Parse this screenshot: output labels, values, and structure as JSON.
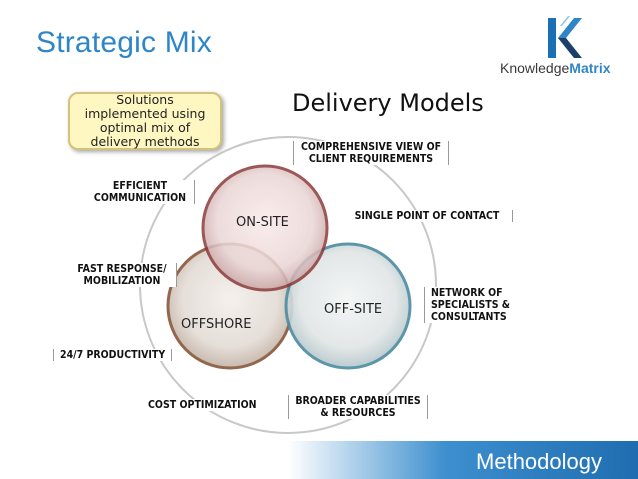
{
  "slide": {
    "title": "Strategic Mix",
    "heading": "Delivery Models",
    "callout": "Solutions implemented using optimal mix of delivery methods",
    "footer": "Methodology"
  },
  "logo": {
    "prefix": "Knowledge",
    "suffix": "Matrix",
    "colors": {
      "brand": "#2e86c8",
      "dark": "#1b3f6b"
    }
  },
  "circles": {
    "onsite": "ON-SITE",
    "offsite": "OFF-SITE",
    "offshore": "OFFSHORE"
  },
  "labels": {
    "comprehensive_1": "COMPREHENSIVE VIEW OF",
    "comprehensive_2": "CLIENT REQUIREMENTS",
    "single_point": "SINGLE POINT OF CONTACT",
    "network_1": "NETWORK OF",
    "network_2": "SPECIALISTS &",
    "network_3": "CONSULTANTS",
    "broader_1": "BROADER CAPABILITIES",
    "broader_2": "& RESOURCES",
    "cost": "COST OPTIMIZATION",
    "productivity": "24/7 PRODUCTIVITY",
    "fast_1": "FAST RESPONSE/",
    "fast_2": "MOBILIZATION",
    "efficient_1": "EFFICIENT",
    "efficient_2": "COMMUNICATION"
  }
}
